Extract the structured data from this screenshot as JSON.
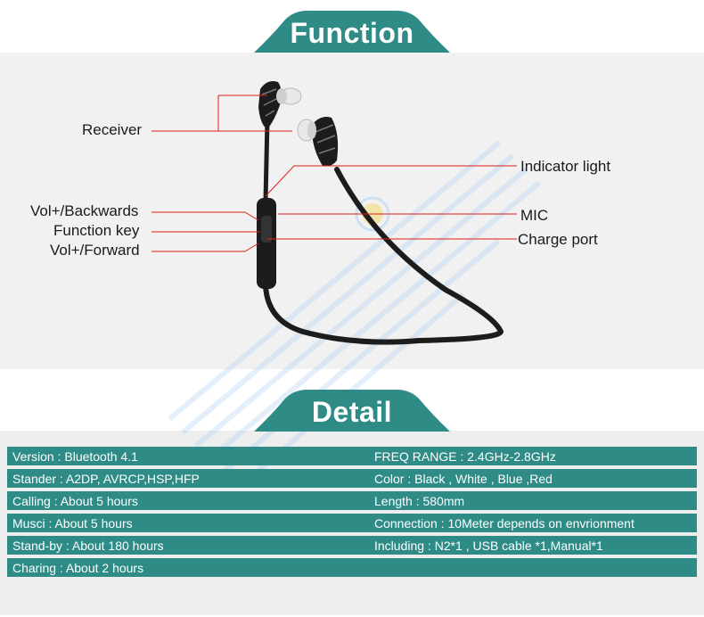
{
  "headers": {
    "function": "Function",
    "detail": "Detail"
  },
  "colors": {
    "teal": "#2e8b86",
    "leader_line": "#e0201a",
    "band": "#f1f1f1"
  },
  "labels": {
    "receiver": "Receiver",
    "vol_backwards": "Vol+/Backwards",
    "function_key": "Function key",
    "vol_forward": "Vol+/Forward",
    "indicator_light": "Indicator light",
    "mic": "MIC",
    "charge_port": "Charge port"
  },
  "specs": [
    {
      "left": "Version : Bluetooth 4.1",
      "right": "FREQ RANGE : 2.4GHz-2.8GHz"
    },
    {
      "left": "Stander : A2DP, AVRCP,HSP,HFP",
      "right": "Color : Black , White , Blue ,Red"
    },
    {
      "left": " Calling  : About 5 hours",
      "right": " Length : 580mm"
    },
    {
      "left": "  Musci   : About 5 hours",
      "right": " Connection : 10Meter depends on envrionment"
    },
    {
      "left": "Stand-by : About 180 hours",
      "right": "  Including : N2*1 , USB cable *1,Manual*1"
    },
    {
      "left": "Charing : About 2 hours",
      "right": ""
    }
  ]
}
